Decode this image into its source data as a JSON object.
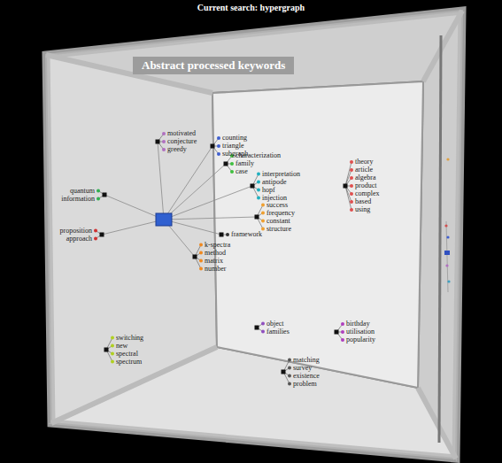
{
  "diagram": {
    "title": "Current search: hypergraph",
    "nodes": [
      {
        "text": [
          "Abstract processed keywords"
        ]
      }
    ],
    "labels": [
      "motivated",
      "conjecture",
      "greedy",
      "counting",
      "triangle",
      "subgraph",
      "characterization",
      "family",
      "case",
      "interpretation",
      "antipode",
      "hopf",
      "injection",
      "success",
      "frequency",
      "constant",
      "structure",
      "framework",
      "k-spectra",
      "method",
      "matrix",
      "number",
      "quantum",
      "information",
      "proposition",
      "approach",
      "theory",
      "article",
      "algebra",
      "product",
      "complex",
      "based",
      "using",
      "object",
      "families",
      "birthday",
      "utilisation",
      "popularity",
      "matching",
      "survey",
      "existence",
      "problem",
      "switching",
      "new",
      "spectral",
      "spectrum"
    ]
  }
}
